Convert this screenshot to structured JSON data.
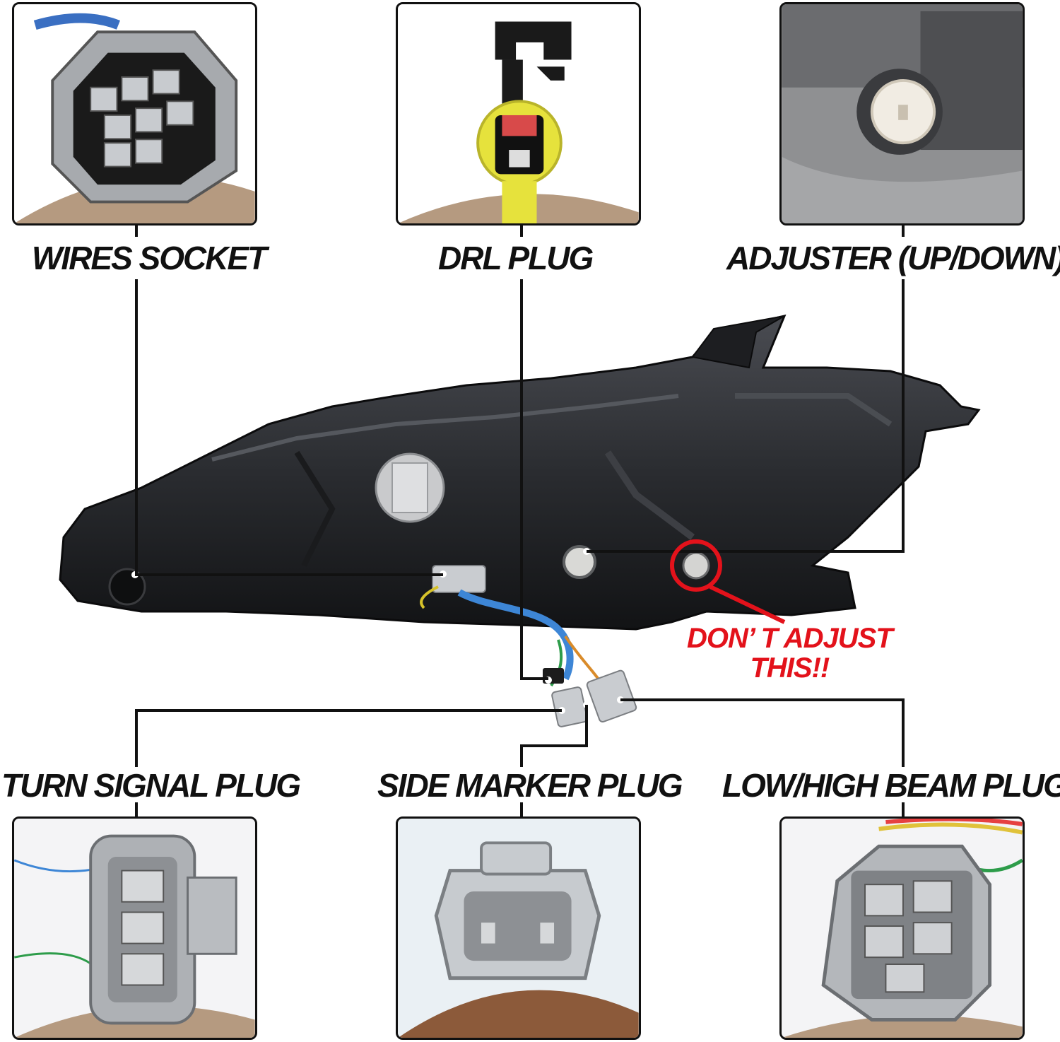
{
  "labels": {
    "wires_socket": "WIRES SOCKET",
    "drl_plug": "DRL PLUG",
    "adjuster": "ADJUSTER (UP/DOWN)",
    "turn_signal_plug": "TURN SIGNAL PLUG",
    "side_marker_plug": "SIDE MARKER PLUG",
    "low_high_beam_plug": "LOW/HIGH BEAM PLUG"
  },
  "warning": {
    "line1": "DON’ T  ADJUST",
    "line2": "THIS!!"
  },
  "colors": {
    "leader_line": "#111111",
    "warning": "#e3121b",
    "housing": "#2a2b2e",
    "connector_grey": "#c9ccd0"
  }
}
